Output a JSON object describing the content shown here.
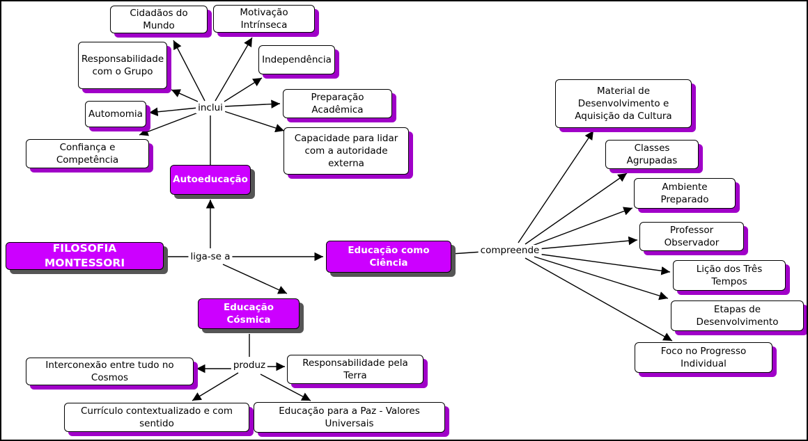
{
  "colors": {
    "highlight": "#cc00ff",
    "shadow": "#a000c8",
    "line": "#000000"
  },
  "nodes": {
    "filosofia": "FILOSOFIA MONTESSORI",
    "autoeducacao": "Autoeducação",
    "educacao_ciencia": "Educação como Ciência",
    "educacao_cosmica": "Educação Cósmica",
    "cidadaos": "Cidadãos do Mundo",
    "motivacao": "Motivação Intrínseca",
    "responsabilidade_grupo": "Responsabilidade com o Grupo",
    "independencia": "Independência",
    "automomia": "Automomia",
    "preparacao": "Preparação Acadêmica",
    "confianca": "Confiança e Competência",
    "capacidade": "Capacidade para lidar com a autoridade externa",
    "material": "Material de Desenvolvimento e Aquisição da Cultura",
    "classes": "Classes Agrupadas",
    "ambiente": "Ambiente Preparado",
    "professor": "Professor Observador",
    "licao": "Lição dos Três Tempos",
    "etapas": "Etapas de Desenvolvimento",
    "foco": "Foco no Progresso Individual",
    "interconexao": "Interconexão entre tudo no Cosmos",
    "responsabilidade_terra": "Responsabilidade pela Terra",
    "curriculo": "Currículo contextualizado e com sentido",
    "educacao_paz": "Educação para a Paz - Valores Universais"
  },
  "links": {
    "liga": "liga-se a",
    "inclui": "inclui",
    "compreende": "compreende",
    "produz": "produz"
  }
}
